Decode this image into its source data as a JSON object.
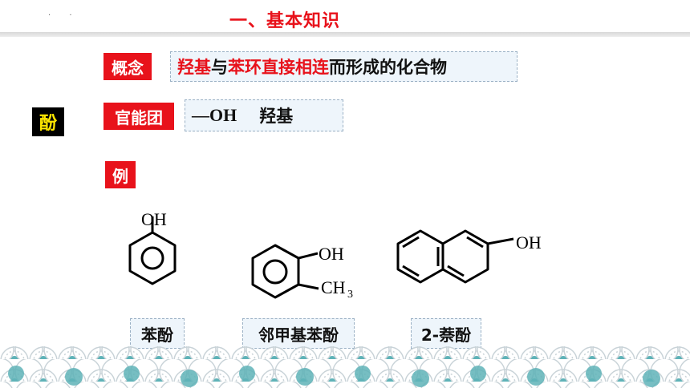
{
  "header": {
    "dots": "· ·",
    "title": "一、基本知识"
  },
  "side_label": "酚",
  "concept": {
    "tag": "概念",
    "parts": [
      "羟基",
      "与",
      "苯环直接相连",
      "而形成的化合物"
    ]
  },
  "functional_group": {
    "tag": "官能团",
    "formula": "—OH",
    "name": "羟基"
  },
  "example": {
    "tag": "例",
    "molecules": [
      {
        "name": "苯酚",
        "labels": [
          "OH"
        ]
      },
      {
        "name": "邻甲基苯酚",
        "labels": [
          "OH",
          "CH",
          "3"
        ]
      },
      {
        "name": "2-萘酚",
        "labels": [
          "OH"
        ]
      }
    ]
  },
  "colors": {
    "accent": "#e8121b",
    "box_fill": "#eef5fb",
    "side_label_bg": "#000000",
    "side_label_text": "#ffe600",
    "wave_teal": "#5fb3b8",
    "wave_grey": "#c9d3d8"
  }
}
